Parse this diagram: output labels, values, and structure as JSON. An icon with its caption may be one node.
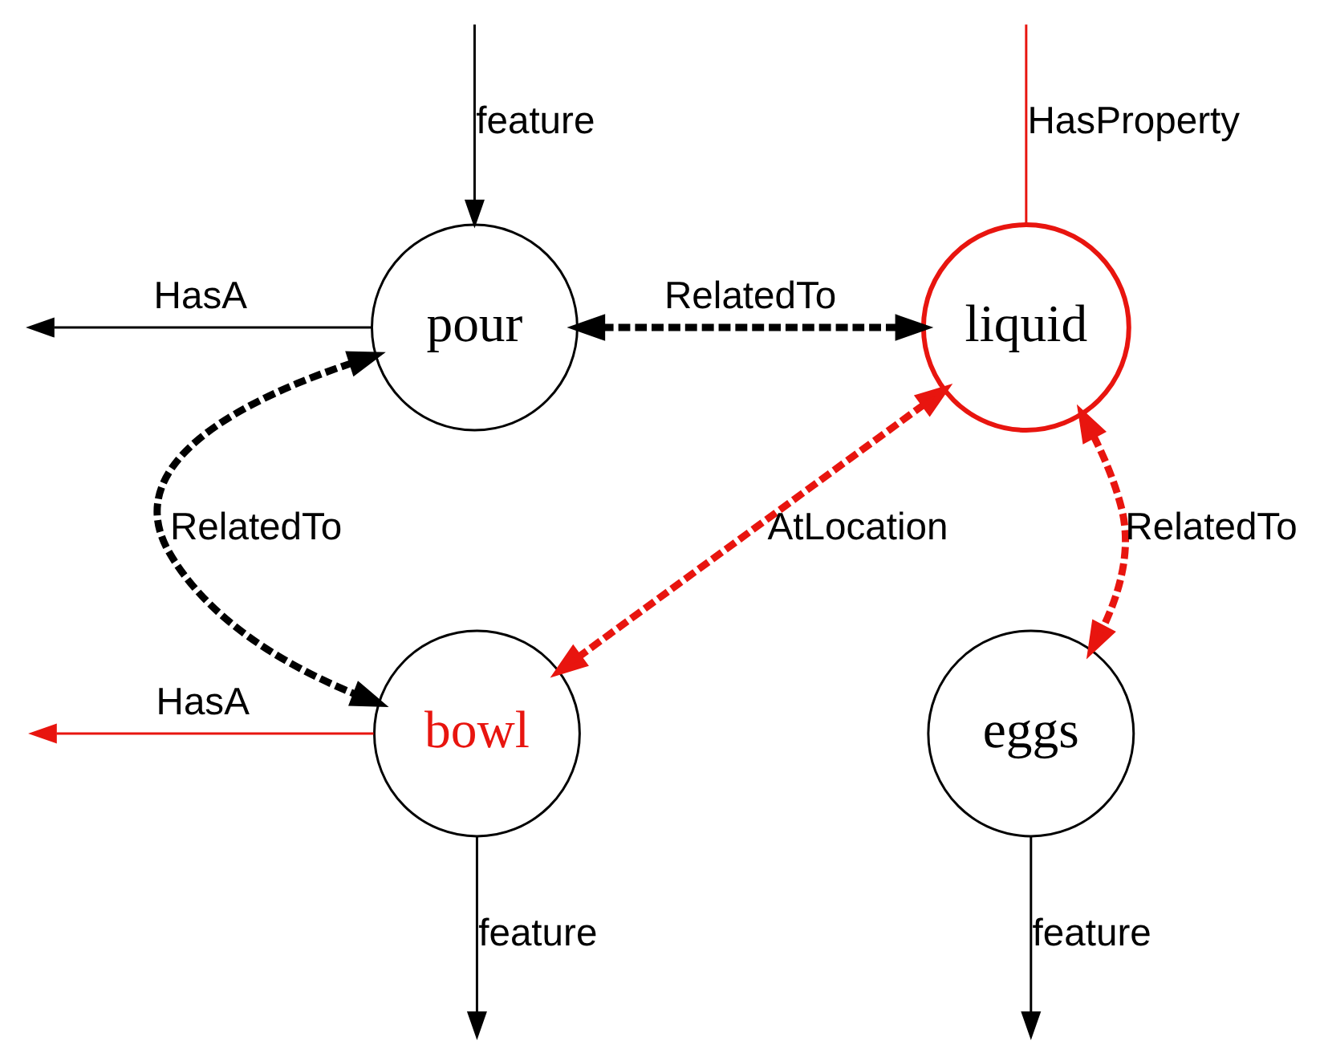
{
  "diagram": {
    "nodes": [
      {
        "text": [
          "pour"
        ]
      },
      {
        "text": [
          "liquid"
        ]
      },
      {
        "text": [
          "bowl"
        ]
      },
      {
        "text": [
          "eggs"
        ]
      }
    ],
    "edges": [
      {
        "from": 0,
        "to": null,
        "arrow": "to",
        "label": "HasA"
      },
      {
        "from": null,
        "to": 0,
        "arrow": "to",
        "label": "feature"
      },
      {
        "from": 0,
        "to": 1,
        "arrow": "both",
        "label": "RelatedTo",
        "style": "dashed"
      },
      {
        "from": 1,
        "to": null,
        "arrow": "none",
        "label": "HasProperty",
        "color": "#e8150f"
      },
      {
        "from": 0,
        "to": 2,
        "arrow": "both",
        "label": "RelatedTo",
        "style": "dashed"
      },
      {
        "from": 1,
        "to": 2,
        "arrow": "both",
        "label": "AtLocation",
        "style": "dashed",
        "color": "#e8150f"
      },
      {
        "from": 1,
        "to": 3,
        "arrow": "both",
        "label": "RelatedTo",
        "style": "dashed",
        "color": "#e8150f"
      },
      {
        "from": 2,
        "to": null,
        "arrow": "to",
        "label": "HasA",
        "color": "#e8150f"
      },
      {
        "from": 2,
        "to": null,
        "arrow": "to",
        "label": "feature"
      },
      {
        "from": 3,
        "to": null,
        "arrow": "to",
        "label": "feature"
      }
    ]
  }
}
